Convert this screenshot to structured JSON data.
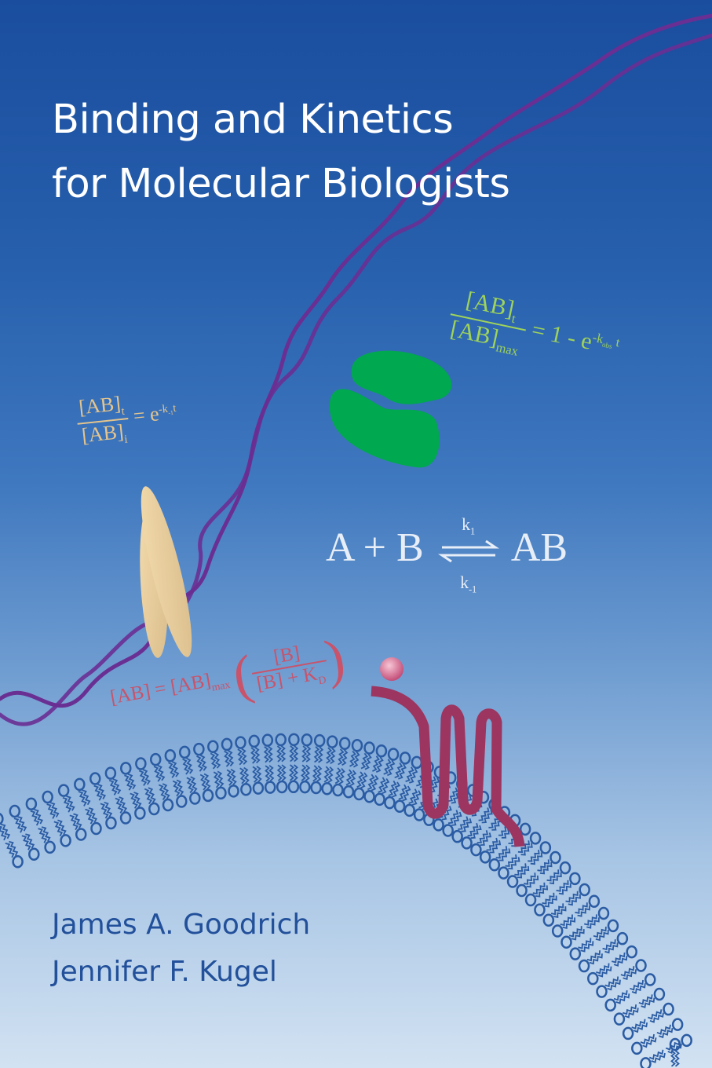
{
  "cover": {
    "title_line1": "Binding and Kinetics",
    "title_line2": "for Molecular Biologists",
    "authors": [
      "James A. Goodrich",
      "Jennifer F. Kugel"
    ]
  },
  "equations": {
    "association": {
      "numerator": "[AB]",
      "numerator_sub": "t",
      "denominator": "[AB]",
      "denominator_sub": "max",
      "rhs": "= 1 - e",
      "rhs_sup": "-k",
      "rhs_sup_sub": "obs",
      "rhs_sup_tail": " t",
      "color": "#9fd35a"
    },
    "dissociation": {
      "numerator": "[AB]",
      "numerator_sub": "t",
      "denominator": "[AB]",
      "denominator_sub": "i",
      "rhs": "= e",
      "rhs_sup": "-k",
      "rhs_sup_sub": "-1",
      "rhs_sup_tail": "t",
      "color": "#e6c58c"
    },
    "reaction": {
      "lhs": "A + B",
      "rhs": "AB",
      "k_forward": "k",
      "k_forward_sub": "1",
      "k_reverse": "k",
      "k_reverse_sub": "-1",
      "color": "#e7eef8"
    },
    "binding": {
      "lhs": "[AB] = [AB]",
      "lhs_sub": "max",
      "numerator": "[B]",
      "denominator": "[B] + K",
      "denominator_sub": "D",
      "color": "#c9536a"
    }
  },
  "illustrations": {
    "dna_helix_color": "#6a2f93",
    "protein_dimer_color": "#00a84f",
    "dna_binding_protein_color": "#e9cd9c",
    "receptor_color": "#9c355f",
    "ligand_color": "#e07a9a",
    "membrane_color": "#2a5ba3"
  }
}
